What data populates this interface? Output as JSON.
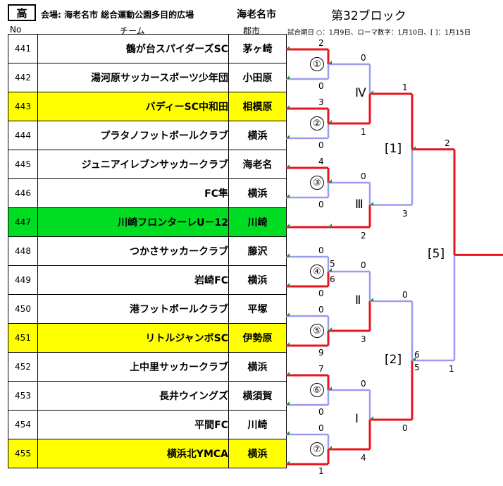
{
  "header": {
    "badge": "高",
    "venue": "会場: 海老名市  総合運動公園多目的広場",
    "city": "海老名市",
    "block_title": "第32ブロック",
    "col_no": "No",
    "col_team": "チーム",
    "col_city": "郡市",
    "note": "試合期日 ○：1月9日、ローマ数字：1月10日、[ ]：1月15日"
  },
  "teams": [
    {
      "no": "441",
      "name": "鶴が台スパイダーズSC",
      "city": "茅ヶ崎",
      "hl": ""
    },
    {
      "no": "442",
      "name": "湯河原サッカースポーツ少年団",
      "city": "小田原",
      "hl": ""
    },
    {
      "no": "443",
      "name": "バディーSC中和田",
      "city": "相模原",
      "hl": "yellow"
    },
    {
      "no": "444",
      "name": "プラタノフットボールクラブ",
      "city": "横浜",
      "hl": ""
    },
    {
      "no": "445",
      "name": "ジュニアイレブンサッカークラブ",
      "city": "海老名",
      "hl": ""
    },
    {
      "no": "446",
      "name": "FC隼",
      "city": "横浜",
      "hl": ""
    },
    {
      "no": "447",
      "name": "川崎フロンターレU－12",
      "city": "川崎",
      "hl": "green"
    },
    {
      "no": "448",
      "name": "つかさサッカークラブ",
      "city": "藤沢",
      "hl": ""
    },
    {
      "no": "449",
      "name": "岩崎FC",
      "city": "横浜",
      "hl": ""
    },
    {
      "no": "450",
      "name": "港フットボールクラブ",
      "city": "平塚",
      "hl": ""
    },
    {
      "no": "451",
      "name": "リトルジャンボSC",
      "city": "伊勢原",
      "hl": "yellow"
    },
    {
      "no": "452",
      "name": "上中里サッカークラブ",
      "city": "横浜",
      "hl": ""
    },
    {
      "no": "453",
      "name": "長井ウイングズ",
      "city": "横須賀",
      "hl": ""
    },
    {
      "no": "454",
      "name": "平間FC",
      "city": "川崎",
      "hl": ""
    },
    {
      "no": "455",
      "name": "横浜北YMCA",
      "city": "横浜",
      "hl": "yellow"
    }
  ],
  "rounds": {
    "r1": [
      {
        "label": "①",
        "top": "2",
        "bottom": "0"
      },
      {
        "label": "②",
        "top": "3",
        "bottom": "0"
      },
      {
        "label": "③",
        "top": "4",
        "bottom": "0"
      },
      {
        "label": "④",
        "top": "0",
        "bottom": "0",
        "pk_top": "5",
        "pk_bottom": "6"
      },
      {
        "label": "⑤",
        "top": "0",
        "bottom": "9"
      },
      {
        "label": "⑥",
        "top": "7",
        "bottom": "0"
      },
      {
        "label": "⑦",
        "top": "0",
        "bottom": "1"
      }
    ],
    "r2": [
      {
        "label": "Ⅳ",
        "top": "0",
        "bottom": "1"
      },
      {
        "label": "Ⅲ",
        "top": "0",
        "bottom": "2"
      },
      {
        "label": "Ⅱ",
        "top": "0",
        "bottom": "3"
      },
      {
        "label": "Ⅰ",
        "top": "0",
        "bottom": "4"
      }
    ],
    "r3": [
      {
        "label": "[1]",
        "top": "1",
        "bottom": "3"
      },
      {
        "label": "[2]",
        "top": "0",
        "bottom": "0",
        "pk_top": "6",
        "pk_bottom": "5"
      }
    ],
    "final": {
      "label": "[5]",
      "top": "2",
      "bottom": "1"
    }
  },
  "colors": {
    "win": "#e8141e",
    "lose": "#9b9bef",
    "yellow": "#ffff00",
    "green": "#00dd22",
    "tri": "#2a8a2a"
  }
}
